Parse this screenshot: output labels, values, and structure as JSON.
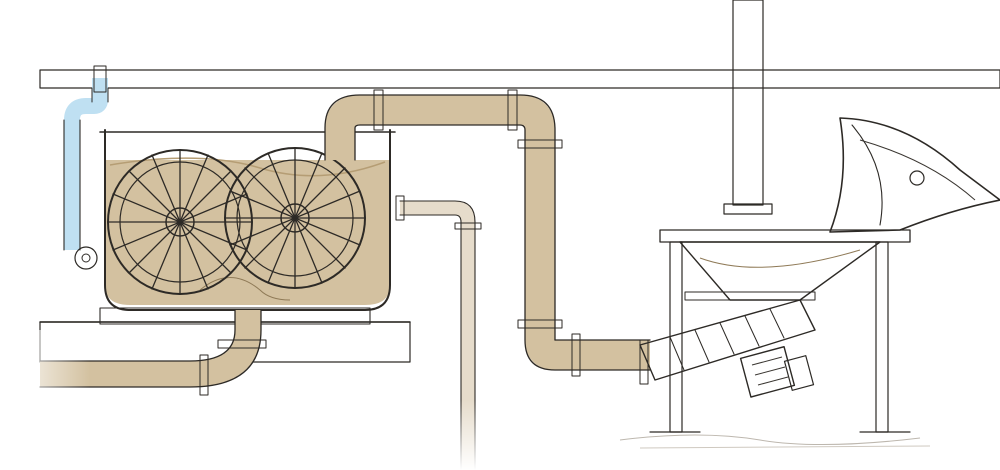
{
  "colors": {
    "water_pipe": "#bfe0f2",
    "slurry": "#d3c1a0",
    "slurry_dark": "#b59d74",
    "metal": "#e8e6e1",
    "ink": "#2d2a26",
    "floor": "#d9d5cf"
  },
  "components": [
    {
      "name": "water-supply-pipe"
    },
    {
      "name": "mixing-tank"
    },
    {
      "name": "agitator-wheel-left"
    },
    {
      "name": "agitator-wheel-right"
    },
    {
      "name": "tank-outlet-pipe"
    },
    {
      "name": "transfer-pipe"
    },
    {
      "name": "side-branch-pipe"
    },
    {
      "name": "feed-hopper"
    },
    {
      "name": "screw-conveyor"
    },
    {
      "name": "conveyor-motor"
    },
    {
      "name": "chute-flap"
    },
    {
      "name": "vertical-column"
    },
    {
      "name": "foundation-slab"
    }
  ]
}
